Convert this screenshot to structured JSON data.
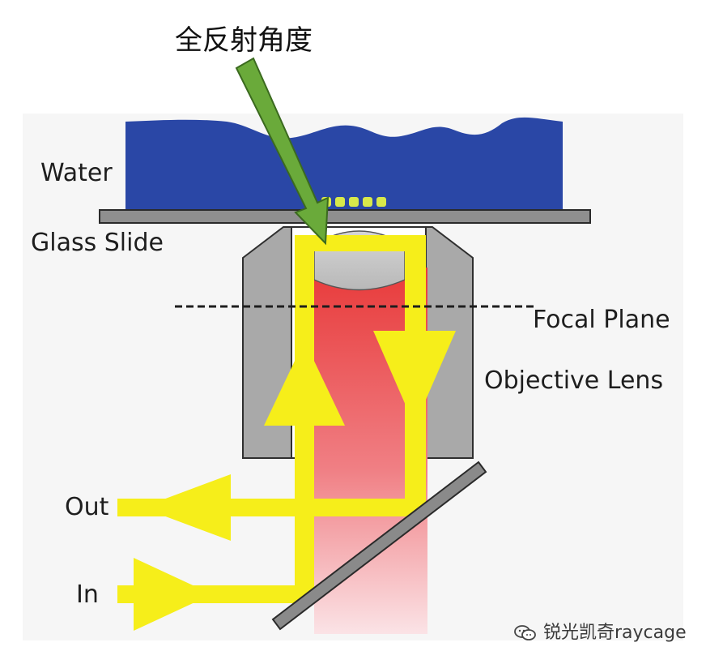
{
  "annotation": {
    "title": "全反射角度"
  },
  "labels": {
    "water": "Water",
    "glass_slide": "Glass Slide",
    "focal_plane": "Focal Plane",
    "objective_lens": "Objective Lens",
    "out": "Out",
    "in": "In"
  },
  "watermark": {
    "text": "锐光凯奇raycage",
    "icon": "wechat-icon"
  },
  "colors": {
    "water": "#2a47a6",
    "glass": "#8f8f8f",
    "objective_body": "#a9a9a9",
    "beam_yellow": "#f6ee1a",
    "beam_red": "#e84a4a",
    "arrow_green": "#6aaa3a",
    "fluorophores": "#d8e84a"
  }
}
